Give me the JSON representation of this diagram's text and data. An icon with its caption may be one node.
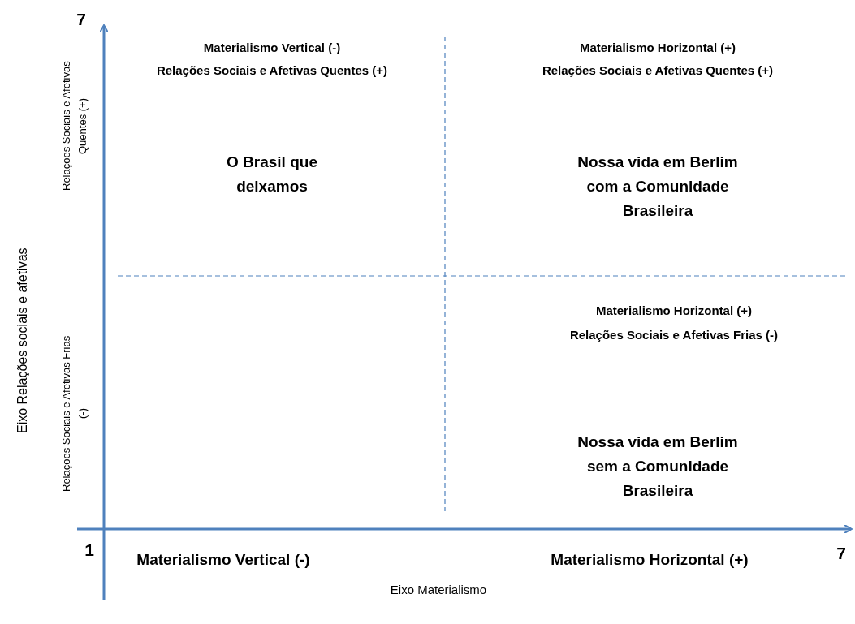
{
  "diagram": {
    "labels": [
      "7",
      "Materialismo Vertical (-)",
      "Relações Sociais e Afetivas Quentes (+)",
      "Materialismo Horizontal (+)",
      "Relações Sociais e Afetivas Quentes (+)",
      "Relações Sociais e Afetivas Quentes (+)",
      "O Brasil que deixamos",
      "Nossa vida em Berlim com a Comunidade Brasileira",
      "Eixo Relações sociais e afetivas",
      "Materialismo Horizontal (+)",
      "Relações Sociais e Afetivas Frias (-)",
      "Relações Sociais e Afetivas Frias (-)",
      "Nossa vida em Berlim sem a Comunidade Brasileira",
      "1",
      "Materialismo Vertical (-)",
      "Materialismo Horizontal (+)",
      "7",
      "Eixo Materialismo"
    ]
  }
}
